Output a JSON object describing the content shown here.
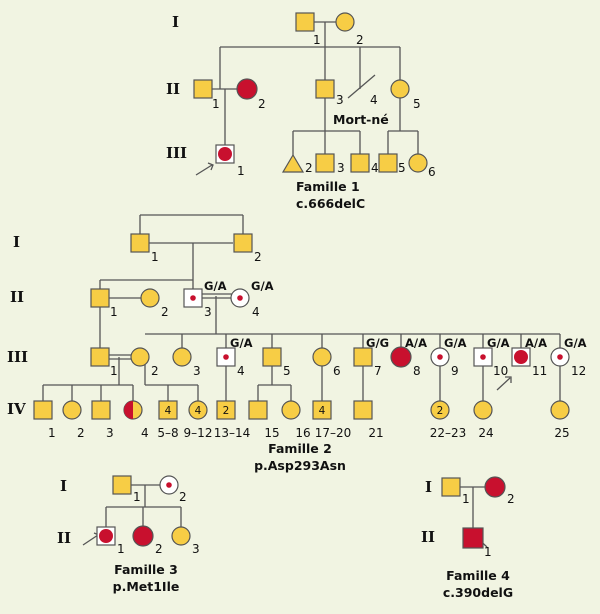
{
  "colors": {
    "background": "#f1f4e2",
    "unaffected": "#f7cd45",
    "affected": "#c8102e",
    "carrier_fill": "#ffffff",
    "line": "#555555"
  },
  "gen_labels": {
    "I": "I",
    "II": "II",
    "III": "III",
    "IV": "IV"
  },
  "families": [
    {
      "name": "Famille 1",
      "mutation": "c.666delC",
      "stillborn_label": "Mort-né"
    },
    {
      "name": "Famille 2",
      "mutation": "p.Asp293Asn"
    },
    {
      "name": "Famille 3",
      "mutation": "p.Met1Ile"
    },
    {
      "name": "Famille 4",
      "mutation": "c.390delG"
    }
  ],
  "genotypes": {
    "gA": "G/A",
    "gG": "G/G",
    "aA": "A/A"
  },
  "labels": {
    "n1": "1",
    "n2": "2",
    "n3": "3",
    "n4": "4",
    "n5": "5",
    "n6": "6",
    "n7": "7",
    "n8": "8",
    "n9": "9",
    "n10": "10",
    "n11": "11",
    "n12": "12",
    "n15": "15",
    "n16": "16",
    "n21": "21",
    "n24": "24",
    "n25": "25",
    "r58": "5–8",
    "r912": "9–12",
    "r1314": "13–14",
    "r1720": "17–20",
    "r2223": "22–23"
  }
}
